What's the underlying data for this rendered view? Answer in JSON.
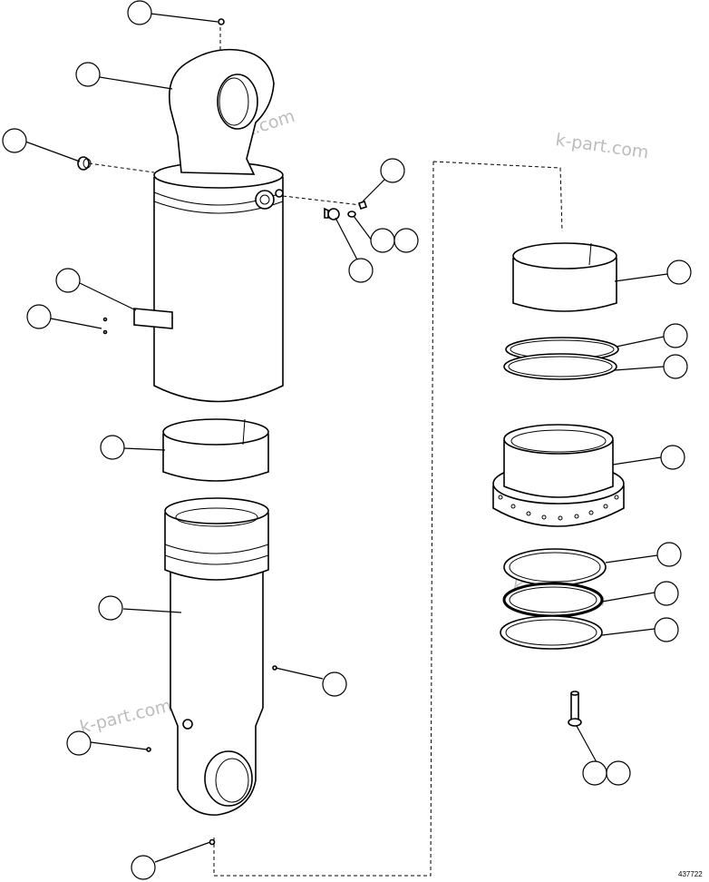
{
  "watermark": "k-part.com",
  "document_number": "437722",
  "callouts": [
    {
      "id": "c1"
    },
    {
      "id": "c2"
    },
    {
      "id": "c3"
    },
    {
      "id": "c4"
    },
    {
      "id": "c5"
    },
    {
      "id": "c6"
    },
    {
      "id": "c7"
    },
    {
      "id": "c8"
    },
    {
      "id": "c9"
    },
    {
      "id": "c10"
    },
    {
      "id": "c11"
    },
    {
      "id": "c12"
    },
    {
      "id": "c13"
    },
    {
      "id": "c14"
    },
    {
      "id": "c15"
    },
    {
      "id": "c16"
    },
    {
      "id": "c17"
    },
    {
      "id": "c18"
    },
    {
      "id": "c19"
    },
    {
      "id": "c20"
    },
    {
      "id": "c21"
    },
    {
      "id": "c22"
    },
    {
      "id": "c23"
    }
  ]
}
